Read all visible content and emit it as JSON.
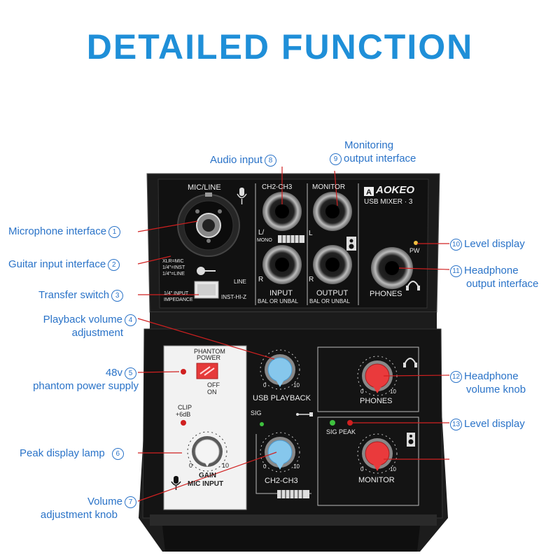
{
  "title": "DETAILED FUNCTION",
  "device": {
    "brand": "AOKEO",
    "model": "USB MIXER · 3",
    "labels": {
      "mic_line": "MIC/LINE",
      "ch2_ch3": "CH2-CH3",
      "monitor": "MONITOR",
      "l_mono": "L/",
      "mono": "MONO",
      "l": "L",
      "r_input": "R",
      "r_output": "R",
      "input": "INPUT",
      "output": "OUTPUT",
      "bal_in": "BAL OR UNBAL",
      "bal_out": "BAL OR UNBAL",
      "phones": "PHONES",
      "pw": "PW",
      "xlr": "XLR=MIC",
      "inst": "1/4\"=INST",
      "line_spec": "1/4\"=LINE",
      "line": "LINE",
      "inst_hiz": "INST-HI-Z",
      "impedance_1": "1/4\" INPUT",
      "impedance_2": "IMPEDANCE",
      "phantom_1": "PHANTOM",
      "phantom_2": "POWER",
      "off": "OFF",
      "on": "ON",
      "usb_playback": "USB PLAYBACK",
      "phones_knob": "PHONES",
      "sig": "SIG",
      "sig_peak": "SIG PEAK",
      "clip": "CLIP",
      "plus6": "+6dB",
      "gain": "GAIN",
      "mic_input": "MIC INPUT",
      "ch2_ch3_knob": "CH2-CH3",
      "monitor_knob": "MONITOR",
      "scale_0": "0",
      "scale_10": "10"
    }
  },
  "callouts": {
    "c1": {
      "num": "1",
      "text": "Microphone interface"
    },
    "c2": {
      "num": "2",
      "text": "Guitar input interface"
    },
    "c3": {
      "num": "3",
      "text": "Transfer switch"
    },
    "c4": {
      "num": "4",
      "line1": "Playback volume",
      "line2": "adjustment"
    },
    "c5": {
      "num": "5",
      "line1": "48v",
      "line2": "phantom power supply"
    },
    "c6": {
      "num": "6",
      "text": "Peak display lamp"
    },
    "c7": {
      "num": "7",
      "line1": "Volume",
      "line2": "adjustment knob"
    },
    "c8": {
      "num": "8",
      "text": "Audio input"
    },
    "c9": {
      "num": "9",
      "line1": "Monitoring",
      "line2": "output interface"
    },
    "c10": {
      "num": "10",
      "text": "Level display"
    },
    "c11": {
      "num": "11",
      "line1": "Headphone",
      "line2": "output interface"
    },
    "c12": {
      "num": "12",
      "line1": "Headphone",
      "line2": "volume knob"
    },
    "c13": {
      "num": "13",
      "text": "Level display"
    }
  },
  "colors": {
    "title": "#1f8fd8",
    "callout": "#2a73c8",
    "device_body": "#1a1a1a",
    "blue_knob": "#7fc4ea",
    "red_knob": "#e8383a"
  }
}
